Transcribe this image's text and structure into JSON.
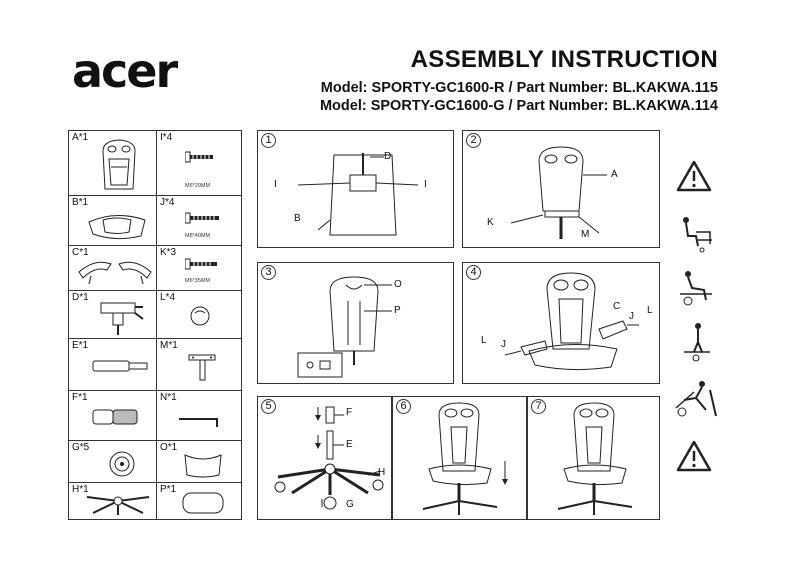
{
  "brand": {
    "logo_text": "acer"
  },
  "header": {
    "title": "ASSEMBLY INSTRUCTION",
    "model_1": "Model: SPORTY-GC1600-R / Part Number: BL.KAKWA.115",
    "model_2": "Model: SPORTY-GC1600-G / Part Number: BL.KAKWA.114"
  },
  "parts": [
    {
      "left": "A*1",
      "right": "I*4",
      "right_spec": "M6*20MM"
    },
    {
      "left": "B*1",
      "right": "J*4",
      "right_spec": "M8*40MM"
    },
    {
      "left": "C*1",
      "right": "K*3",
      "right_spec": "M6*35MM"
    },
    {
      "left": "D*1",
      "right": "L*4",
      "right_spec": ""
    },
    {
      "left": "E*1",
      "right": "M*1",
      "right_spec": ""
    },
    {
      "left": "F*1",
      "right": "N*1",
      "right_spec": ""
    },
    {
      "left": "G*5",
      "right": "O*1",
      "right_spec": ""
    },
    {
      "left": "H*1",
      "right": "P*1",
      "right_spec": ""
    }
  ],
  "steps": [
    {
      "num": "1",
      "callouts": [
        "D",
        "I",
        "I",
        "B"
      ]
    },
    {
      "num": "2",
      "callouts": [
        "A",
        "K",
        "M"
      ]
    },
    {
      "num": "3",
      "callouts": [
        "O",
        "P"
      ]
    },
    {
      "num": "4",
      "callouts": [
        "C",
        "J",
        "L",
        "L",
        "J"
      ]
    },
    {
      "num": "5",
      "callouts": [
        "F",
        "E",
        "H",
        "G"
      ]
    },
    {
      "num": "6",
      "callouts": []
    },
    {
      "num": "7",
      "callouts": []
    }
  ],
  "warnings": [
    "warning-triangle-icon",
    "two-person-assembly-icon",
    "no-leaning-back-icon",
    "no-standing-on-chair-icon",
    "no-tipping-icon",
    "warning-triangle-icon"
  ]
}
